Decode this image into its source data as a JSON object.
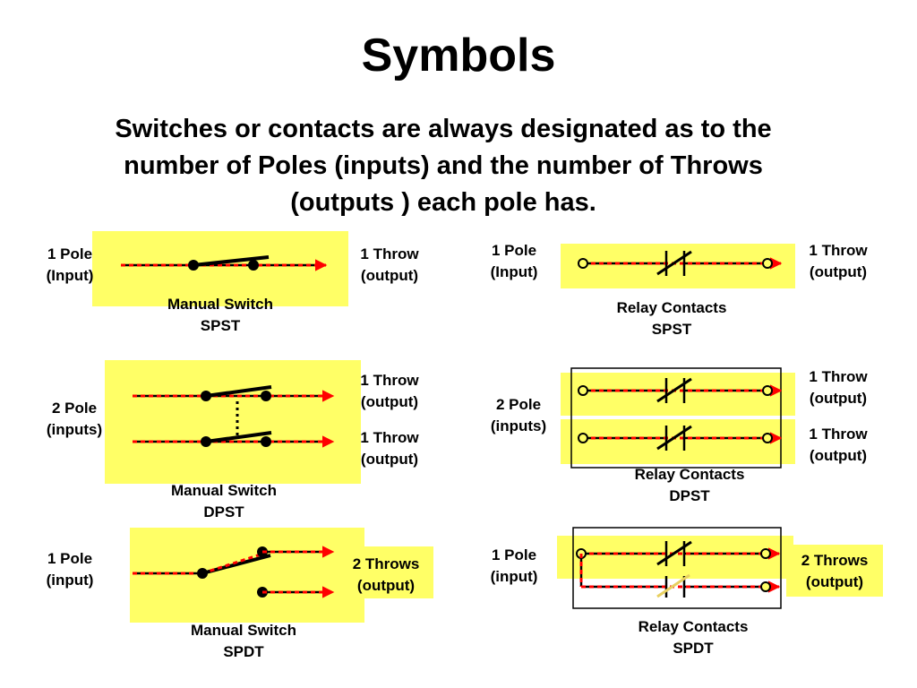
{
  "header": {
    "title": "Symbols",
    "subtitle": "Switches or contacts are always designated as to the number of Poles (inputs) and the number of Throws (outputs ) each pole has."
  },
  "manual_spst": {
    "pole": [
      "1 Pole",
      "(Input)"
    ],
    "throw": [
      "1 Throw",
      "(output)"
    ],
    "caption": [
      "Manual Switch",
      "SPST"
    ]
  },
  "manual_dpst": {
    "pole": [
      "2 Pole",
      "(inputs)"
    ],
    "throw1": [
      "1 Throw",
      "(output)"
    ],
    "throw2": [
      "1 Throw",
      "(output)"
    ],
    "caption": [
      "Manual Switch",
      "DPST"
    ]
  },
  "manual_spdt": {
    "pole": [
      "1 Pole",
      "(input)"
    ],
    "throw": [
      "2 Throws",
      "(output)"
    ],
    "caption": [
      "Manual Switch",
      "SPDT"
    ]
  },
  "relay_spst": {
    "pole": [
      "1 Pole",
      "(Input)"
    ],
    "throw": [
      "1 Throw",
      "(output)"
    ],
    "caption": [
      "Relay Contacts",
      "SPST"
    ]
  },
  "relay_dpst": {
    "pole": [
      "2 Pole",
      "(inputs)"
    ],
    "throw1": [
      "1 Throw",
      "(output)"
    ],
    "throw2": [
      "1 Throw",
      "(output)"
    ],
    "caption": [
      "Relay Contacts",
      "DPST"
    ]
  },
  "relay_spdt": {
    "pole": [
      "1 Pole",
      "(input)"
    ],
    "throw": [
      "2 Throws",
      "(output)"
    ],
    "caption": [
      "Relay Contacts",
      "SPDT"
    ]
  },
  "colors": {
    "highlight": "#ffff66",
    "wire": "#000000",
    "flow_arrow": "#ff0000"
  }
}
